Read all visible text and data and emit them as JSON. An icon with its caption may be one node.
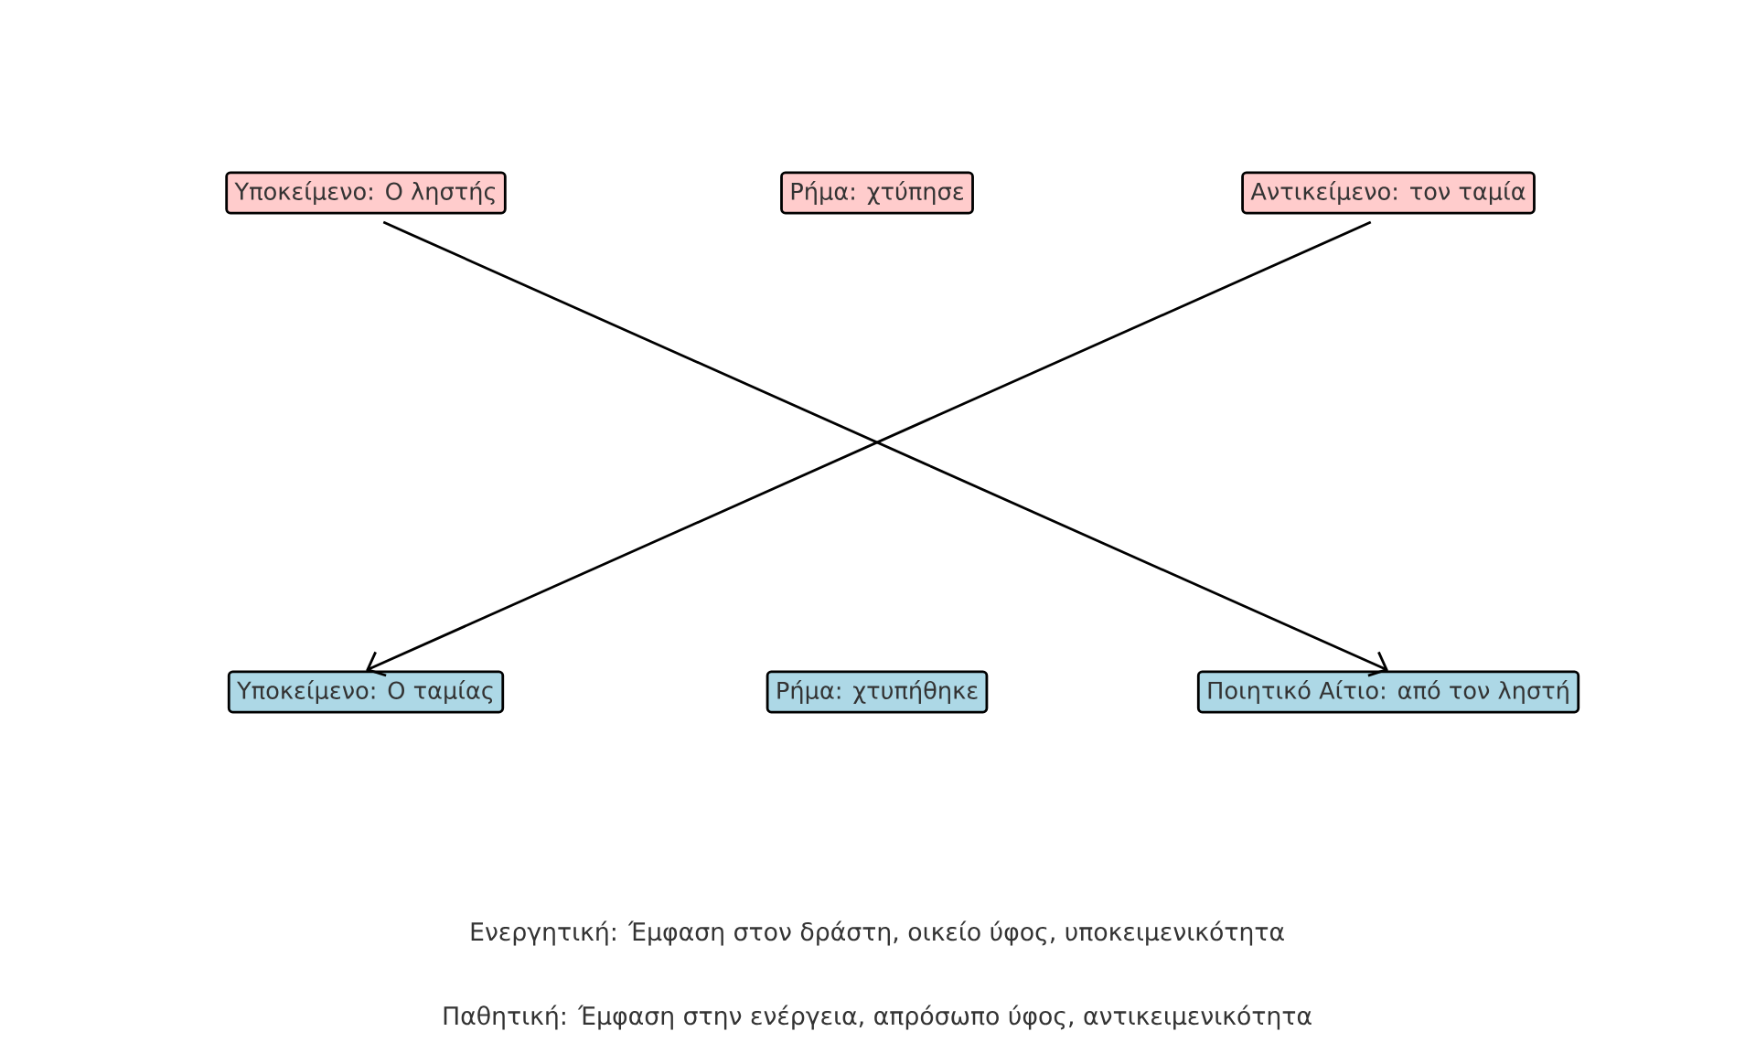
{
  "diagram": {
    "nodes": [
      {
        "text": [
          "Υποκείμενο: Ο ληστής"
        ]
      },
      {
        "text": [
          "Ρήμα: χτύπησε"
        ]
      },
      {
        "text": [
          "Αντικείμενο: τον ταμία"
        ]
      },
      {
        "text": [
          "Υποκείμενο: Ο ταμίας"
        ]
      },
      {
        "text": [
          "Ρήμα: χτυπήθηκε"
        ]
      },
      {
        "text": [
          "Ποιητικό Αίτιο: από τον ληστή"
        ]
      }
    ],
    "edges": [
      {
        "from": 0,
        "to": 5,
        "arrow": "to"
      },
      {
        "from": 2,
        "to": 3,
        "arrow": "to"
      }
    ],
    "labels": [
      "Ενεργητική: Έμφαση στον δράστη, οικείο ύφος, υποκειμενικότητα",
      "Παθητική: Έμφαση στην ενέργεια, απρόσωπο ύφος, αντικειμενικότητα"
    ]
  }
}
